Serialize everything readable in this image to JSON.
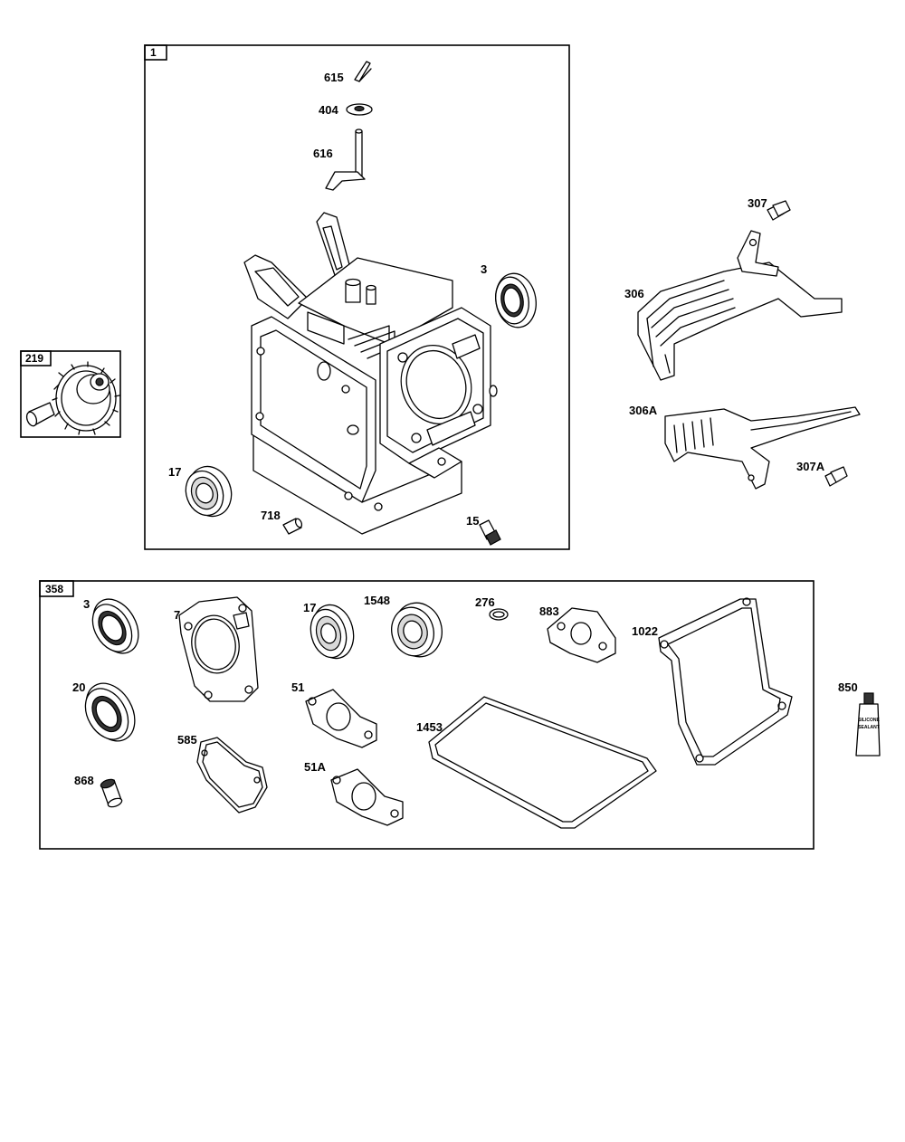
{
  "groups": {
    "g1": {
      "tag": "1"
    },
    "g219": {
      "tag": "219"
    },
    "g358": {
      "tag": "358"
    }
  },
  "labels": {
    "l615": "615",
    "l404": "404",
    "l616": "616",
    "l3a": "3",
    "l17a": "17",
    "l718": "718",
    "l15": "15",
    "l307": "307",
    "l306": "306",
    "l306a": "306A",
    "l307a": "307A",
    "l3b": "3",
    "l7": "7",
    "l17b": "17",
    "l1548": "1548",
    "l276": "276",
    "l883": "883",
    "l1022": "1022",
    "l20": "20",
    "l51": "51",
    "l585": "585",
    "l1453": "1453",
    "l51a": "51A",
    "l868": "868",
    "l850": "850"
  },
  "sealant_tube_text": [
    "SILICONE",
    "SEALANT"
  ]
}
